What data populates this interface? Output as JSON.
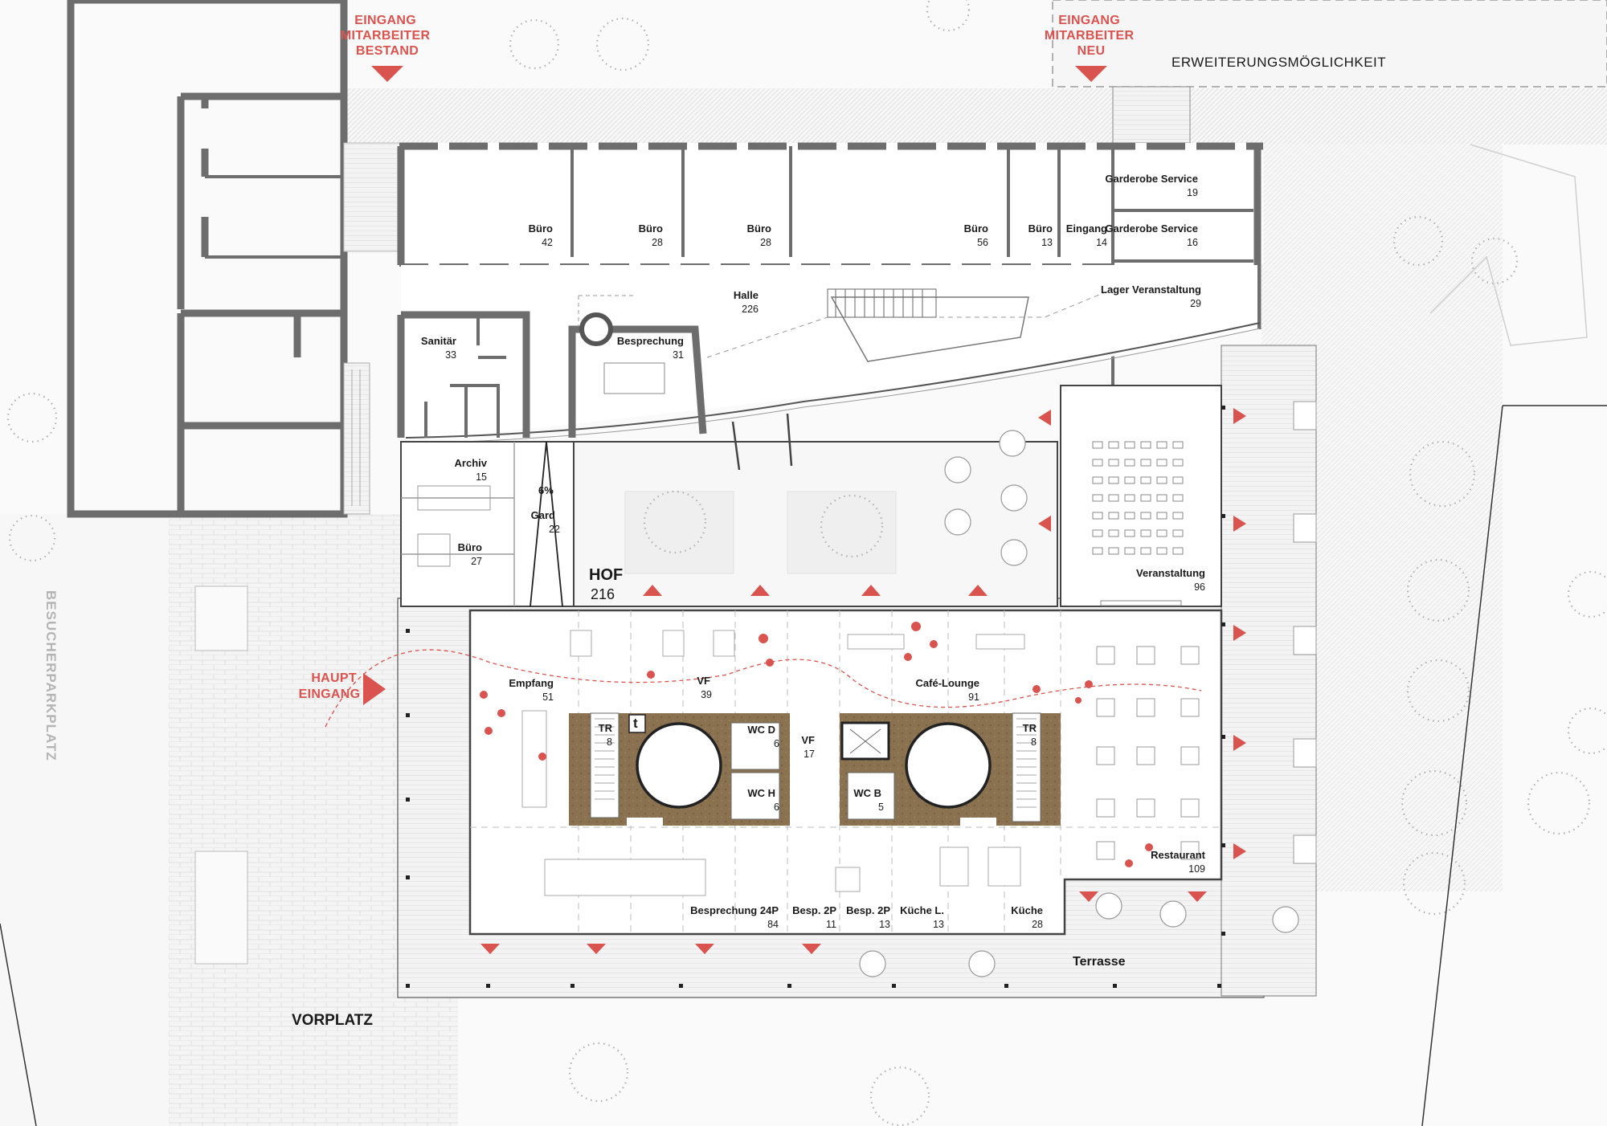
{
  "colors": {
    "accent_red": "#d9534f",
    "wall_gray": "#6d6d6d",
    "core_brown": "#8a7150",
    "paving": "#f1f1f1",
    "tree_dots": "#9a9a9a"
  },
  "labels": {
    "entrance_staff_existing": [
      "EINGANG",
      "MITARBEITER",
      "BESTAND"
    ],
    "entrance_staff_new": [
      "EINGANG",
      "MITARBEITER",
      "NEU"
    ],
    "extension": "ERWEITERUNGSMÖGLICHKEIT",
    "main_entrance": [
      "HAUPT",
      "EINGANG"
    ],
    "visitor_parking": "BESUCHERPARKPLATZ",
    "forecourt": "VORPLATZ",
    "terrace": "Terrasse",
    "courtyard_name": "HOF",
    "courtyard_area": "216"
  },
  "rooms": [
    {
      "name": "Büro",
      "area": "42"
    },
    {
      "name": "Büro",
      "area": "28"
    },
    {
      "name": "Büro",
      "area": "28"
    },
    {
      "name": "Büro",
      "area": "56"
    },
    {
      "name": "Büro",
      "area": "13"
    },
    {
      "name": "Eingang",
      "area": "14"
    },
    {
      "name": "Garderobe Service",
      "area": "19"
    },
    {
      "name": "Garderobe Service",
      "area": "16"
    },
    {
      "name": "Lager Veranstaltung",
      "area": "29"
    },
    {
      "name": "Halle",
      "area": "226"
    },
    {
      "name": "Sanitär",
      "area": "33"
    },
    {
      "name": "Besprechung",
      "area": "31"
    },
    {
      "name": "Archiv",
      "area": "15"
    },
    {
      "name": "Gard",
      "area": "22"
    },
    {
      "name": "Büro",
      "area": "27"
    },
    {
      "name": "Veranstaltung",
      "area": "96"
    },
    {
      "name": "Empfang",
      "area": "51"
    },
    {
      "name": "VF",
      "area": "39"
    },
    {
      "name": "Café-Lounge",
      "area": "91"
    },
    {
      "name": "TR",
      "area": "8"
    },
    {
      "name": "WC D",
      "area": "6"
    },
    {
      "name": "WC H",
      "area": "6"
    },
    {
      "name": "VF",
      "area": "17"
    },
    {
      "name": "WC B",
      "area": "5"
    },
    {
      "name": "TR",
      "area": "8"
    },
    {
      "name": "Restaurant",
      "area": "109"
    },
    {
      "name": "Besprechung 24P",
      "area": "84"
    },
    {
      "name": "Besp. 2P",
      "area": "11"
    },
    {
      "name": "Besp. 2P",
      "area": "13"
    },
    {
      "name": "Küche L.",
      "area": "13"
    },
    {
      "name": "Küche",
      "area": "28"
    }
  ],
  "marks": {
    "ramp_slope": "6%",
    "lift_symbol": "t"
  }
}
